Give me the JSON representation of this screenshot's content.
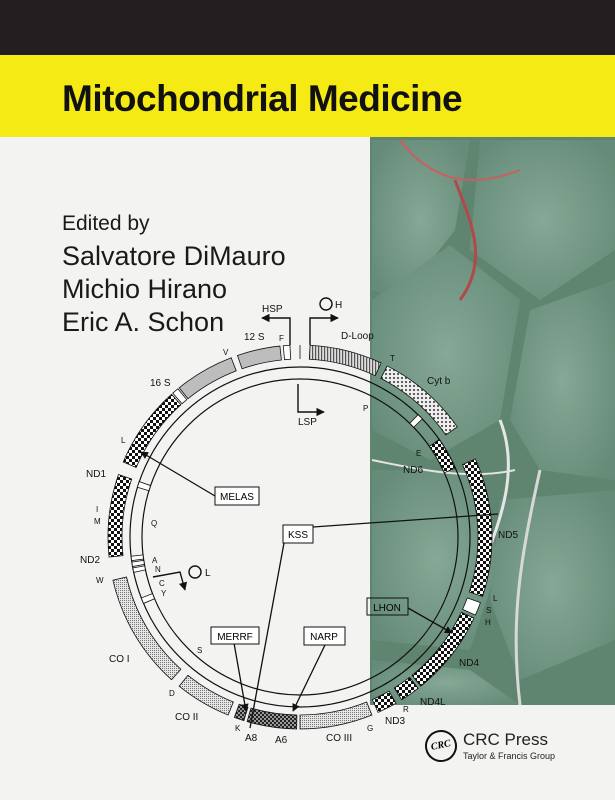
{
  "cover": {
    "title": "Mitochondrial Medicine",
    "edited_by": "Edited by",
    "editors": [
      "Salvatore DiMauro",
      "Michio Hirano",
      "Eric A. Schon"
    ],
    "colors": {
      "top_bar": "#231f20",
      "title_band": "#f5ea14",
      "background": "#f3f3f1",
      "photo_green": "#6f9683"
    }
  },
  "publisher": {
    "logo_text": "CRC",
    "name": "CRC Press",
    "group": "Taylor & Francis Group"
  },
  "diagram": {
    "promoters": {
      "hsp": "HSP",
      "h": "H",
      "lsp": "LSP",
      "l": "L"
    },
    "genes": {
      "s12": "12 S",
      "f": "F",
      "dloop": "D-Loop",
      "t": "T",
      "cytb": "Cyt b",
      "p": "P",
      "e": "E",
      "nd6": "ND6",
      "nd5": "ND5",
      "l2": "L",
      "s2": "S",
      "h": "H",
      "nd4": "ND4",
      "nd4l": "ND4L",
      "r": "R",
      "nd3": "ND3",
      "g": "G",
      "co3": "CO III",
      "a6": "A6",
      "a8": "A8",
      "k": "K",
      "co2": "CO II",
      "d": "D",
      "co1": "CO I",
      "s1": "S",
      "w": "W",
      "nd2": "ND2",
      "m": "M",
      "i": "I",
      "nd1": "ND1",
      "l1": "L",
      "s16": "16 S",
      "v": "V",
      "q": "Q",
      "a": "A",
      "n": "N",
      "c": "C",
      "y": "Y"
    },
    "diseases": {
      "melas": "MELAS",
      "kss": "KSS",
      "merrf": "MERRF",
      "narp": "NARP",
      "lhon": "LHON"
    }
  }
}
